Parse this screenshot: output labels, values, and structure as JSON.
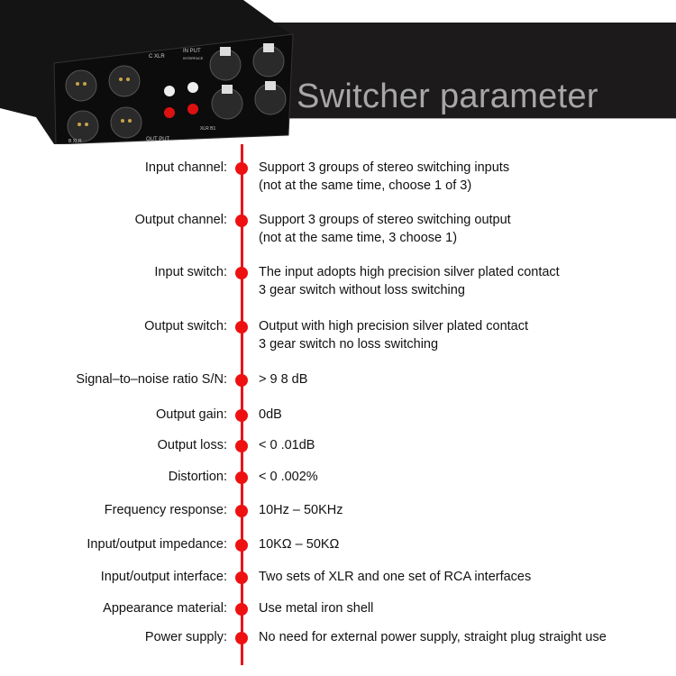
{
  "header": {
    "title": "Switcher parameter"
  },
  "device_labels": {
    "c_xlr": "C XLR",
    "input": "IN PUT",
    "interface": "INTERFACE",
    "output": "OUT PUT",
    "b_xlr": "B XLR",
    "b1": "XLR B1"
  },
  "colors": {
    "accent": "#ee1111",
    "banner": "#1c1a1b",
    "title": "#a7a7a7"
  },
  "params": [
    {
      "label": "Input channel:",
      "lines": [
        "Support 3 groups of stereo switching inputs",
        " (not at the same time, choose 1 of 3)"
      ]
    },
    {
      "label": "Output channel:",
      "lines": [
        "Support 3 groups of stereo switching output",
        "(not at the same time, 3 choose 1)"
      ]
    },
    {
      "label": "Input switch:",
      "lines": [
        "The input adopts high precision silver plated contact",
        "3 gear switch without loss switching"
      ]
    },
    {
      "label": "Output switch:",
      "lines": [
        "Output with high precision silver plated contact",
        "3 gear switch no loss switching"
      ]
    },
    {
      "label": "Signal–to–noise ratio S/N:",
      "lines": [
        "> 9  8 dB"
      ]
    },
    {
      "label": "Output gain:",
      "lines": [
        "0dB"
      ]
    },
    {
      "label": "Output loss:",
      "lines": [
        "< 0 .01dB"
      ]
    },
    {
      "label": "Distortion:",
      "lines": [
        "< 0 .002%"
      ]
    },
    {
      "label": "Frequency response:",
      "lines": [
        "10Hz – 50KHz"
      ]
    },
    {
      "label": "Input/output impedance:",
      "lines": [
        "10KΩ – 50KΩ"
      ]
    },
    {
      "label": "Input/output interface:",
      "lines": [
        "Two sets of XLR and one set of RCA interfaces"
      ]
    },
    {
      "label": "Appearance material:",
      "lines": [
        "Use metal iron shell"
      ]
    },
    {
      "label": "Power supply:",
      "lines": [
        "No need for external power supply, straight plug straight use"
      ]
    }
  ]
}
